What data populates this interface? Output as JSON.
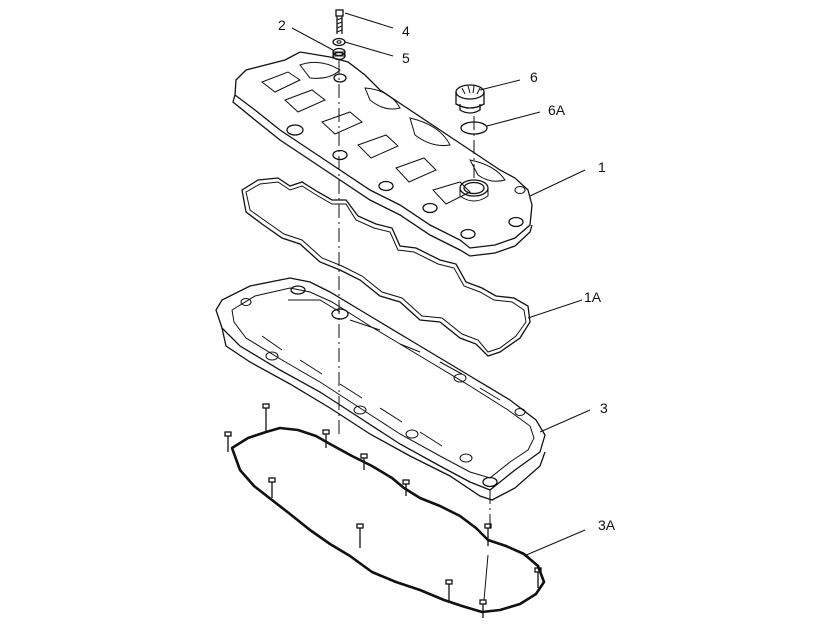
{
  "callouts": {
    "c1": "1",
    "c1A": "1A",
    "c2": "2",
    "c3": "3",
    "c3A": "3A",
    "c4": "4",
    "c5": "5",
    "c6": "6",
    "c6A": "6A"
  },
  "colors": {
    "ink": "#111111",
    "paper": "#ffffff"
  }
}
